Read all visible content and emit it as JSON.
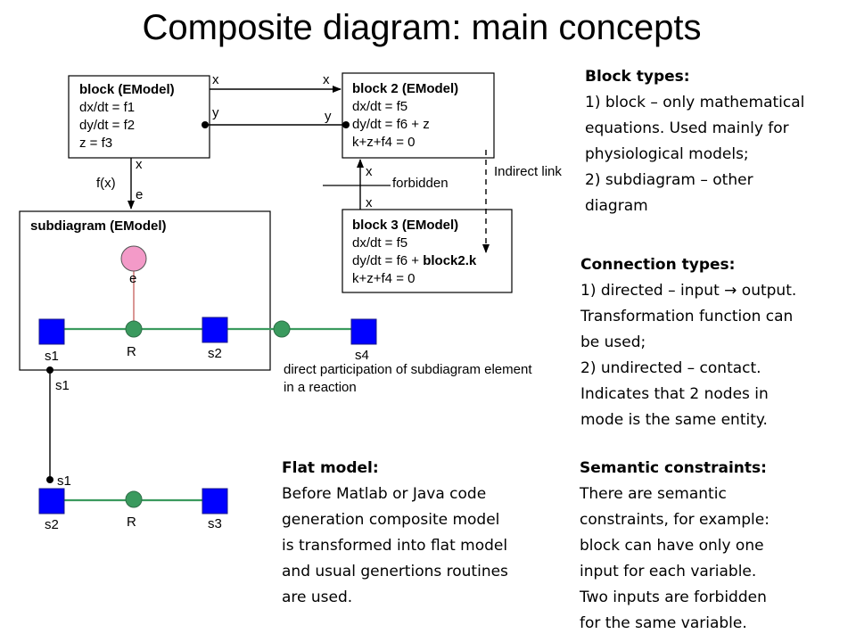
{
  "title": "Composite diagram: main concepts",
  "diagram": {
    "block1": {
      "header": "block (EModel)",
      "lines": [
        "dx/dt = f1",
        "dy/dt = f2",
        "z = f3"
      ]
    },
    "block2": {
      "header": "block 2 (EModel)",
      "lines": [
        "dx/dt = f5",
        "dy/dt = f6 + z",
        "k+z+f4 = 0"
      ]
    },
    "block3": {
      "header": "block 3 (EModel)",
      "lines": [
        "dx/dt = f5",
        "dy/dt = f6 + ",
        "block2.k",
        "k+z+f4 = 0"
      ]
    },
    "subdiagram": {
      "header": "subdiagram (EModel)"
    },
    "port_labels": {
      "x": "x",
      "y": "y",
      "e": "e",
      "fx": "f(x)",
      "forbidden": "forbidden",
      "indirect": "Indirect link"
    },
    "species": {
      "s1": "s1",
      "s2": "s2",
      "s3": "s3",
      "s4": "s4",
      "R": "R"
    },
    "note": [
      "direct participation of subdiagram element",
      "in a reaction"
    ],
    "colors": {
      "species": "#0000ff",
      "reaction": "#3a9a5e",
      "entity": "#f39ac8",
      "link": "#3a9a5e",
      "edge_red": "#c0504d"
    }
  },
  "block_types": {
    "heading": "Block types:",
    "lines": [
      "1) block – only mathematical",
      "equations. Used mainly for",
      "physiological models;",
      "2) subdiagram – other",
      "diagram"
    ]
  },
  "connection_types": {
    "heading": "Connection types:",
    "lines": [
      "1) directed – input → output.",
      "Transformation function can",
      "be used;",
      "2) undirected – contact.",
      "Indicates that 2 nodes in",
      "mode is the same entity."
    ]
  },
  "flat_model": {
    "heading": "Flat model:",
    "lines": [
      "Before Matlab or Java code",
      "generation composite model",
      "is transformed into flat model",
      "and usual genertions routines",
      "are used."
    ]
  },
  "semantic_constraints": {
    "heading": "Semantic constraints:",
    "lines": [
      "There are semantic",
      "constraints, for example:",
      "block can have only one",
      "input for each variable.",
      "Two inputs are forbidden",
      "for the same variable."
    ]
  }
}
